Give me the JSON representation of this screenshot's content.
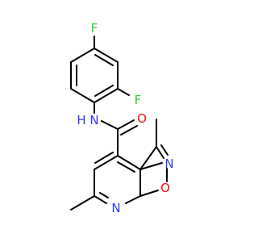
{
  "colors": {
    "background": "#ffffff",
    "bond": "#000000",
    "carbon": "#000000",
    "nitrogen": "#3333ff",
    "oxygen": "#ff0d0d",
    "fluorine": "#33cc33"
  },
  "atoms": [
    {
      "id": "f_top",
      "symbol": "F",
      "label": "F",
      "color": "fluorine"
    },
    {
      "id": "f_ortho",
      "symbol": "F",
      "label": "F",
      "color": "fluorine"
    },
    {
      "id": "n_amide",
      "symbol": "N",
      "label": "N",
      "sub": "H",
      "color": "nitrogen"
    },
    {
      "id": "o_carbonyl",
      "symbol": "O",
      "label": "O",
      "color": "oxygen"
    },
    {
      "id": "n_isoxazole",
      "symbol": "N",
      "label": "N",
      "color": "nitrogen"
    },
    {
      "id": "o_isoxazole",
      "symbol": "O",
      "label": "O",
      "color": "oxygen"
    },
    {
      "id": "n_pyridine",
      "symbol": "N",
      "label": "N",
      "color": "nitrogen"
    }
  ]
}
